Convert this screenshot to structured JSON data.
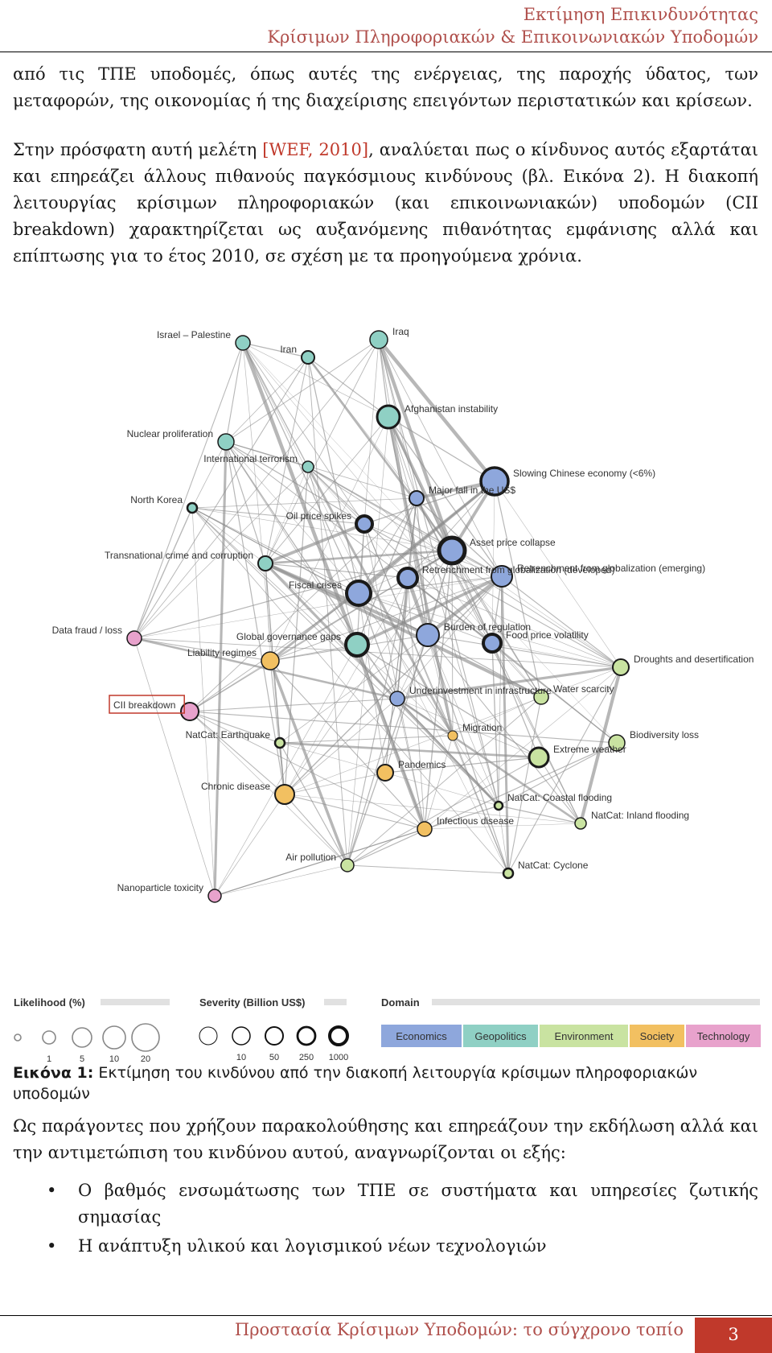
{
  "header": {
    "line1": "Εκτίμηση Επικινδυνότητας",
    "line2": "Κρίσιμων Πληροφοριακών & Επικοινωνιακών Υποδομών"
  },
  "body": {
    "p1": "από τις ΤΠΕ υποδομές, όπως αυτές της ενέργειας, της παροχής ύδατος, των μεταφορών, της οικονομίας ή της διαχείρισης επειγόντων περιστατικών και κρίσεων.",
    "p2_before": "Στην πρόσφατη αυτή μελέτη ",
    "p2_cite": "[WEF, 2010]",
    "p2_after": ", αναλύεται πως ο κίνδυνος αυτός εξαρτάται και επηρεάζει άλλους πιθανούς παγκόσμιους κινδύνους (βλ. Εικόνα 2). Η διακοπή λειτουργίας κρίσιμων πληροφοριακών (και επικοινωνιακών) υποδομών (CII breakdown) χαρακτηρίζεται ως αυξανόμενης πιθανότητας εμφάνισης αλλά και επίπτωσης για το έτος 2010, σε σχέση με τα προηγούμενα χρόνια.",
    "p3": "Ως παράγοντες που χρήζουν παρακολούθησης και επηρεάζουν την εκδήλωση αλλά και την αντιμετώπιση του κινδύνου αυτού, αναγνωρίζονται οι εξής:"
  },
  "figure": {
    "domain_colors": {
      "Economics": "#8ea7dc",
      "Geopolitics": "#8fd0c4",
      "Environment": "#c9e3a1",
      "Society": "#f2c061",
      "Technology": "#e8a2cc"
    },
    "highlight_color": "#c0392b",
    "nodes": [
      {
        "label": "Iraq",
        "domain": "Geopolitics"
      },
      {
        "label": "Israel – Palestine",
        "domain": "Geopolitics"
      },
      {
        "label": "Iran",
        "domain": "Geopolitics"
      },
      {
        "label": "Afghanistan instability",
        "domain": "Geopolitics"
      },
      {
        "label": "Nuclear proliferation",
        "domain": "Geopolitics"
      },
      {
        "label": "International terrorism",
        "domain": "Geopolitics"
      },
      {
        "label": "Slowing Chinese economy (<6%)",
        "domain": "Economics"
      },
      {
        "label": "North Korea",
        "domain": "Geopolitics"
      },
      {
        "label": "Major fall in the US$",
        "domain": "Economics"
      },
      {
        "label": "Oil price spikes",
        "domain": "Economics"
      },
      {
        "label": "Asset price collapse",
        "domain": "Economics"
      },
      {
        "label": "Transnational crime and corruption",
        "domain": "Geopolitics"
      },
      {
        "label": "Retrenchment from globalization (emerging)",
        "domain": "Economics"
      },
      {
        "label": "Fiscal crises",
        "domain": "Economics"
      },
      {
        "label": "Retrenchment from globalization (developed)",
        "domain": "Economics"
      },
      {
        "label": "Burden of regulation",
        "domain": "Economics"
      },
      {
        "label": "Data fraud / loss",
        "domain": "Technology"
      },
      {
        "label": "Global governance gaps",
        "domain": "Geopolitics"
      },
      {
        "label": "Food price volatility",
        "domain": "Economics"
      },
      {
        "label": "Liability regimes",
        "domain": "Society"
      },
      {
        "label": "Droughts and desertification",
        "domain": "Environment"
      },
      {
        "label": "Water scarcity",
        "domain": "Environment"
      },
      {
        "label": "CII breakdown",
        "domain": "Technology"
      },
      {
        "label": "Underinvestment in infrastructure",
        "domain": "Economics"
      },
      {
        "label": "Migration",
        "domain": "Society"
      },
      {
        "label": "NatCat: Earthquake",
        "domain": "Environment"
      },
      {
        "label": "Biodiversity loss",
        "domain": "Environment"
      },
      {
        "label": "Extreme weather",
        "domain": "Environment"
      },
      {
        "label": "Pandemics",
        "domain": "Society"
      },
      {
        "label": "Chronic disease",
        "domain": "Society"
      },
      {
        "label": "NatCat: Coastal flooding",
        "domain": "Environment"
      },
      {
        "label": "NatCat: Inland flooding",
        "domain": "Environment"
      },
      {
        "label": "Infectious disease",
        "domain": "Society"
      },
      {
        "label": "Air pollution",
        "domain": "Environment"
      },
      {
        "label": "NatCat: Cyclone",
        "domain": "Environment"
      },
      {
        "label": "Nanoparticle toxicity",
        "domain": "Technology"
      }
    ],
    "legend": {
      "likelihood_title": "Likelihood (%)",
      "likelihood_values": [
        "1",
        "5",
        "10",
        "20"
      ],
      "severity_title": "Severity (Billion US$)",
      "severity_values": [
        "10",
        "50",
        "250",
        "1000"
      ],
      "domain_title": "Domain",
      "domains": [
        "Economics",
        "Geopolitics",
        "Environment",
        "Society",
        "Technology"
      ]
    }
  },
  "caption": {
    "label": "Εικόνα 1:",
    "text": " Εκτίμηση του κινδύνου από την διακοπή λειτουργία κρίσιμων πληροφοριακών υποδομών"
  },
  "bullets": [
    "Ο βαθμός ενσωμάτωσης των ΤΠΕ σε συστήματα και υπηρεσίες ζωτικής σημασίας",
    "Η ανάπτυξη υλικού και λογισμικού νέων τεχνολογιών"
  ],
  "footer": {
    "title": "Προστασία Κρίσιμων Υποδομών: το σύγχρονο τοπίο",
    "page": "3"
  }
}
